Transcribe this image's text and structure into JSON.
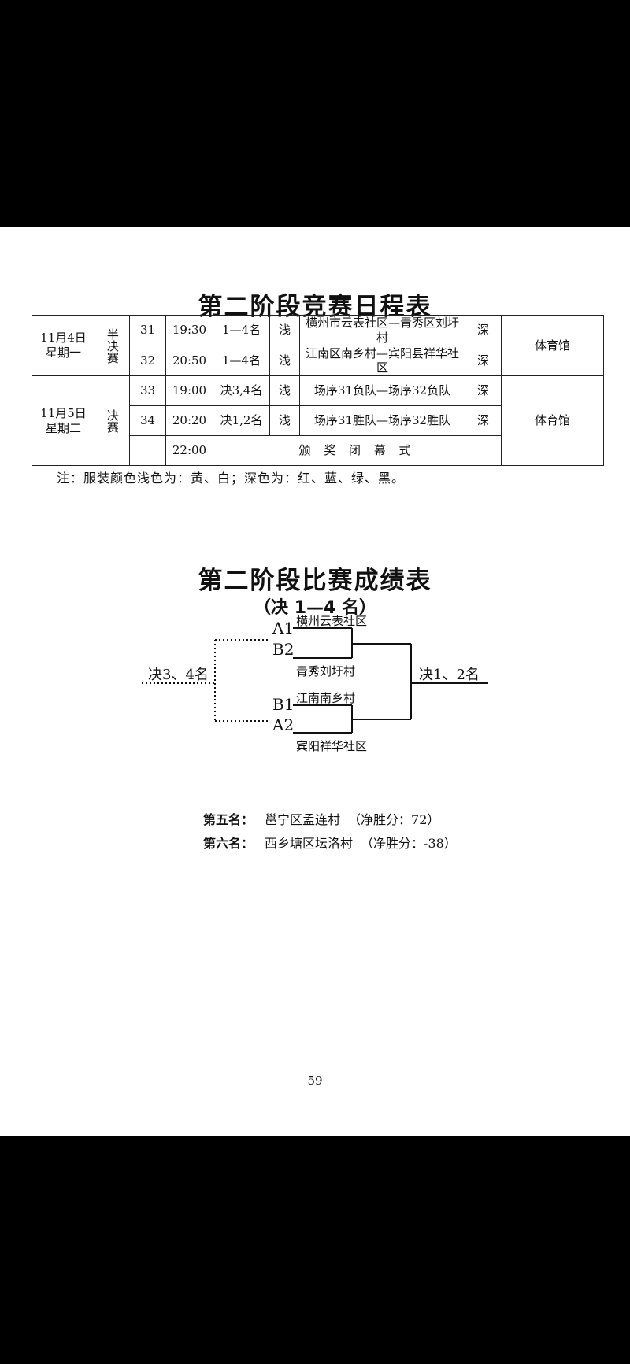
{
  "schedule": {
    "title": "第二阶段竞赛日程表",
    "day1": {
      "date": "11月4日",
      "weekday": "星期一",
      "stage": "半决赛",
      "venue": "体育馆"
    },
    "day2": {
      "date": "11月5日",
      "weekday": "星期二",
      "stage": "决赛",
      "venue": "体育馆"
    },
    "rows": [
      {
        "no": "31",
        "time": "19:30",
        "rank": "1—4名",
        "light": "浅",
        "match": "横州市云表社区—青秀区刘圩村",
        "dark": "深"
      },
      {
        "no": "32",
        "time": "20:50",
        "rank": "1—4名",
        "light": "浅",
        "match": "江南区南乡村—宾阳县祥华社区",
        "dark": "深"
      },
      {
        "no": "33",
        "time": "19:00",
        "rank": "决3,4名",
        "light": "浅",
        "match": "场序31负队—场序32负队",
        "dark": "深"
      },
      {
        "no": "34",
        "time": "20:20",
        "rank": "决1,2名",
        "light": "浅",
        "match": "场序31胜队—场序32胜队",
        "dark": "深"
      }
    ],
    "ceremony": {
      "time": "22:00",
      "label": "颁 奖 闭 幕 式"
    },
    "note": "注：服装颜色浅色为：黄、白；深色为：红、蓝、绿、黑。"
  },
  "results": {
    "title": "第二阶段比赛成绩表",
    "subtitle": "（决 1—4 名）",
    "bracket": {
      "a1_seed": "A1",
      "a1_team": "横州云表社区",
      "b2_seed": "B2",
      "b2_team": "青秀刘圩村",
      "b1_seed": "B1",
      "b1_team": "江南南乡村",
      "a2_seed": "A2",
      "a2_team": "宾阳祥华社区",
      "final_label": "决1、2名",
      "third_label": "决3、4名"
    },
    "fifth": {
      "label": "第五名：",
      "team": "邕宁区孟连村",
      "score": "（净胜分：72）"
    },
    "sixth": {
      "label": "第六名：",
      "team": "西乡塘区坛洛村",
      "score": "（净胜分：-38）"
    }
  },
  "page_number": "59"
}
